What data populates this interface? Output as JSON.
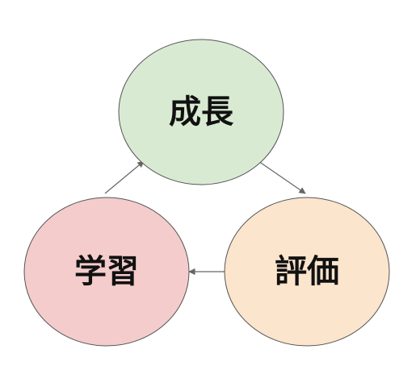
{
  "nodes": {
    "growth": {
      "label": "成長",
      "fill": "#d9ead3"
    },
    "evaluation": {
      "label": "評価",
      "fill": "#fce5cd"
    },
    "learning": {
      "label": "学習",
      "fill": "#f4cccc"
    }
  },
  "colors": {
    "stroke": "#555555",
    "arrow": "#666666"
  }
}
